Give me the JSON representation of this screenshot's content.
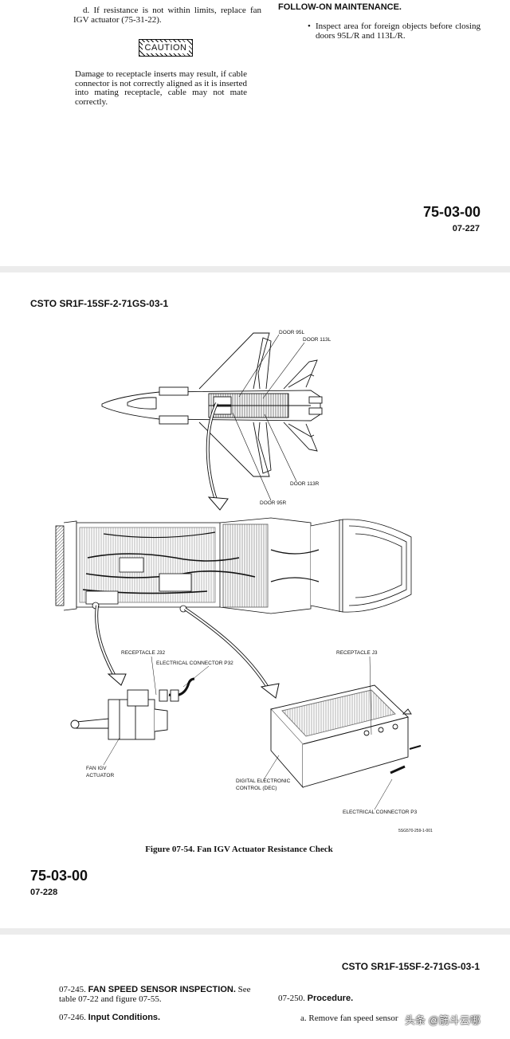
{
  "page1": {
    "step_d": "d. If resistance is not within limits, replace fan IGV actuator (75-31-22).",
    "caution_label": "CAUTION",
    "caution_text": "Damage to receptacle inserts may result, if cable connector is not correctly aligned as it is inserted into mating receptacle, cable may not mate correctly.",
    "follow_on_heading": "FOLLOW-ON MAINTENANCE.",
    "follow_on_bullet": "•",
    "follow_on_item": "Inspect area for foreign objects before closing doors 95L/R and 113L/R.",
    "section_number": "75-03-00",
    "page_number": "07-227"
  },
  "page2": {
    "header": "CSTO SR1F-15SF-2-71GS-03-1",
    "figure_labels": {
      "door_95l": "DOOR 95L",
      "door_113l": "DOOR 113L",
      "door_113r": "DOOR 113R",
      "door_95r": "DOOR 95R",
      "receptacle_j32": "RECEPTACLE J32",
      "electrical_connector_p32": "ELECTRICAL CONNECTOR P32",
      "receptacle_j3": "RECEPTACLE J3",
      "fan_igv_actuator_1": "FAN IGV",
      "fan_igv_actuator_2": "ACTUATOR",
      "dec_1": "DIGITAL ELECTRONIC",
      "dec_2": "CONTROL (DEC)",
      "electrical_connector_p3": "ELECTRICAL CONNECTOR P3",
      "drawing_id": "5SG570-259-1-001"
    },
    "figure_caption": "Figure 07-54. Fan IGV Actuator Resistance Check",
    "section_number": "75-03-00",
    "page_number": "07-228"
  },
  "page3": {
    "header": "CSTO SR1F-15SF-2-71GS-03-1",
    "para_245_num": "07-245.",
    "para_245_title": "FAN SPEED SENSOR INSPECTION.",
    "para_245_text": "See table 07-22 and figure 07-55.",
    "para_246_num": "07-246.",
    "para_246_title": "Input Conditions.",
    "para_250_num": "07-250.",
    "para_250_title": "Procedure.",
    "step_a": "a. Remove fan speed sensor",
    "watermark": "头条 @筋斗云哪"
  }
}
